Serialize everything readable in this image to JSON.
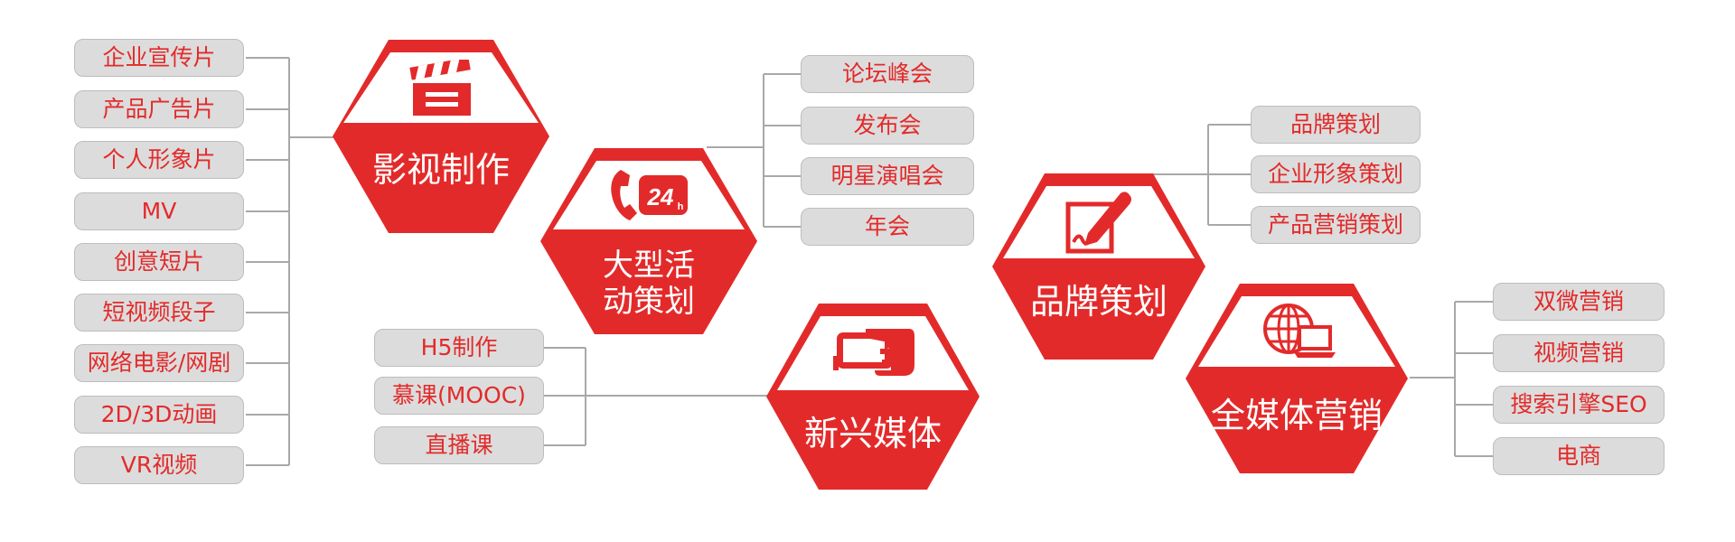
{
  "colors": {
    "accent": "#e32a2a",
    "pill_bg": "#dcdcdc",
    "pill_border": "#bdbdbd",
    "connector": "#a8a8a8"
  },
  "hubs": {
    "film": {
      "title": "影视制作",
      "icon": "clapperboard-icon"
    },
    "events": {
      "title_lines": [
        "大型活",
        "动策划"
      ],
      "icon": "phone-24h-icon"
    },
    "media": {
      "title": "新兴媒体",
      "icon": "hand-phone-icon"
    },
    "brand": {
      "title": "品牌策划",
      "icon": "pen-document-icon"
    },
    "allmedia": {
      "title": "全媒体营销",
      "icon": "globe-laptop-icon"
    }
  },
  "film_items": [
    "企业宣传片",
    "产品广告片",
    "个人形象片",
    "MV",
    "创意短片",
    "短视频段子",
    "网络电影/网剧",
    "2D/3D动画",
    "VR视频"
  ],
  "event_items": [
    "论坛峰会",
    "发布会",
    "明星演唱会",
    "年会"
  ],
  "media_items": [
    "H5制作",
    "慕课(MOOC)",
    "直播课"
  ],
  "brand_items": [
    "品牌策划",
    "企业形象策划",
    "产品营销策划"
  ],
  "allmedia_items": [
    "双微营销",
    "视频营销",
    "搜索引擎SEO",
    "电商"
  ]
}
